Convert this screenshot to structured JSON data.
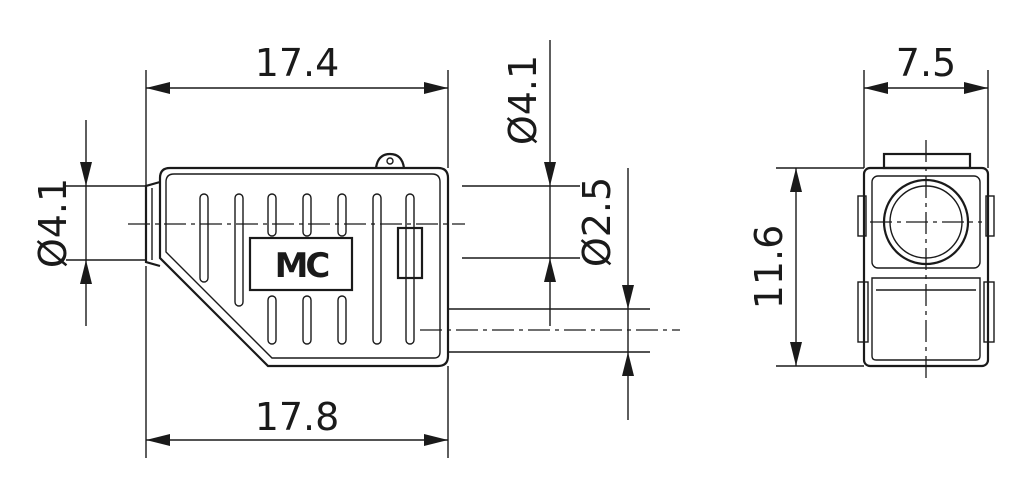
{
  "dimensions": {
    "top_length": "17.4",
    "bottom_length": "17.8",
    "left_diameter": "Ø4.1",
    "right_top_diameter": "Ø4.1",
    "cable_diameter": "Ø2.5",
    "side_width": "7.5",
    "side_height": "11.6"
  },
  "logo": {
    "text": "MC"
  },
  "colors": {
    "line": "#1a1a1a",
    "background": "#ffffff"
  }
}
